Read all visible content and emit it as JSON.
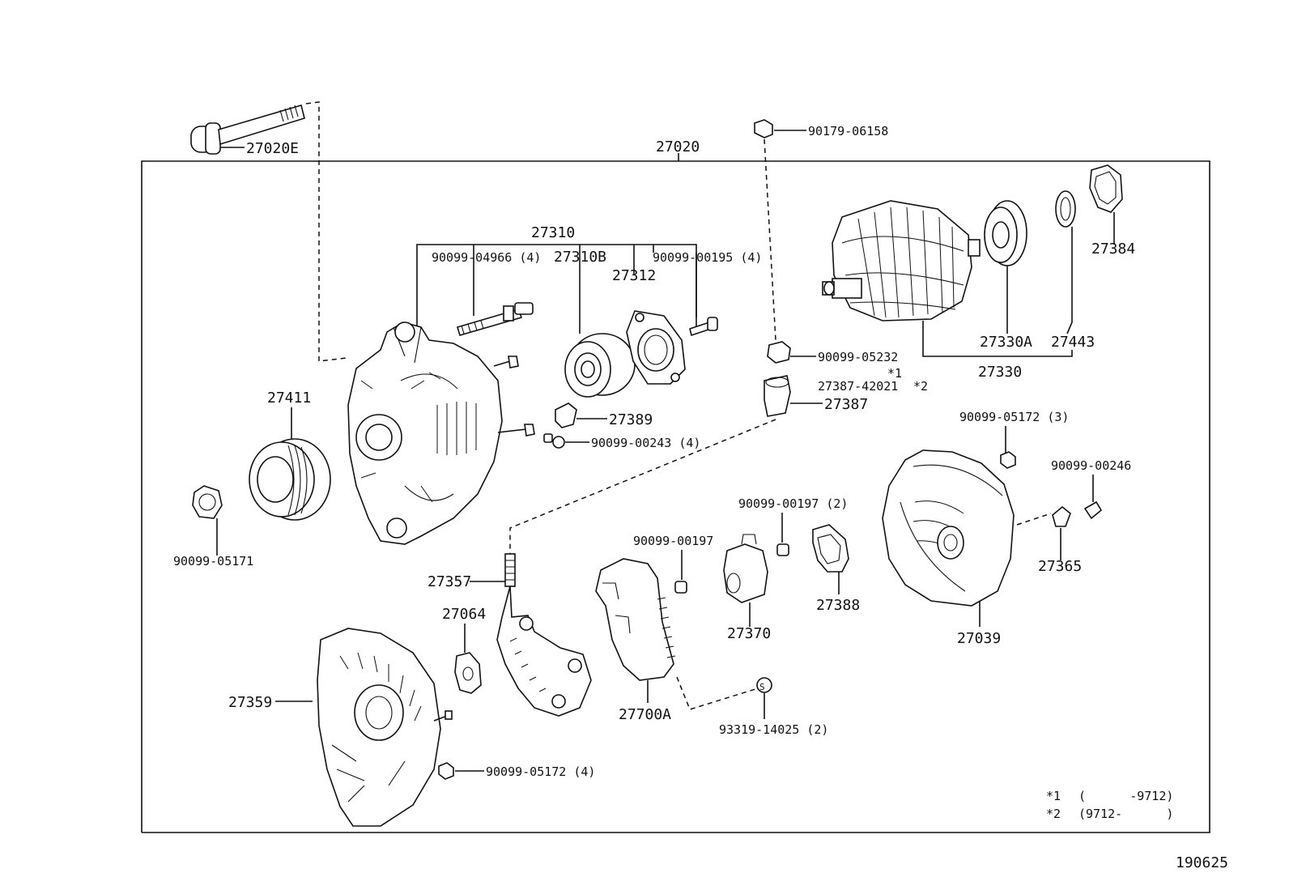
{
  "diagram": {
    "figure_number": "190625",
    "assembly_label": "27020",
    "parts": {
      "p27020E": "27020E",
      "p27310": "27310",
      "p90099_04966": "90099-04966 (4)",
      "p27310B": "27310B",
      "p90099_00195": "90099-00195 (4)",
      "p27312": "27312",
      "p90179_06158": "90179-06158",
      "p27384": "27384",
      "p27330A": "27330A",
      "p27443": "27443",
      "p27330": "27330",
      "p90099_05232": "90099-05232",
      "p90099_05232_note": "*1",
      "p27387_42021": "27387-42021",
      "p27387_42021_note": "*2",
      "p27387": "27387",
      "p27411": "27411",
      "p27389": "27389",
      "p90099_00243": "90099-00243 (4)",
      "p90099_05172_3": "90099-05172 (3)",
      "p90099_00246": "90099-00246",
      "p90099_05171": "90099-05171",
      "p90099_00197_2": "90099-00197 (2)",
      "p90099_00197": "90099-00197",
      "p27357": "27357",
      "p27064": "27064",
      "p27370": "27370",
      "p27388": "27388",
      "p27365": "27365",
      "p27039": "27039",
      "p27359": "27359",
      "p27700A": "27700A",
      "p93319_14025": "93319-14025 (2)",
      "p90099_05172_4": "90099-05172 (4)"
    },
    "footnotes": [
      {
        "mark": "*1",
        "range": "(      -9712)"
      },
      {
        "mark": "*2",
        "range": "(9712-      )"
      }
    ]
  }
}
